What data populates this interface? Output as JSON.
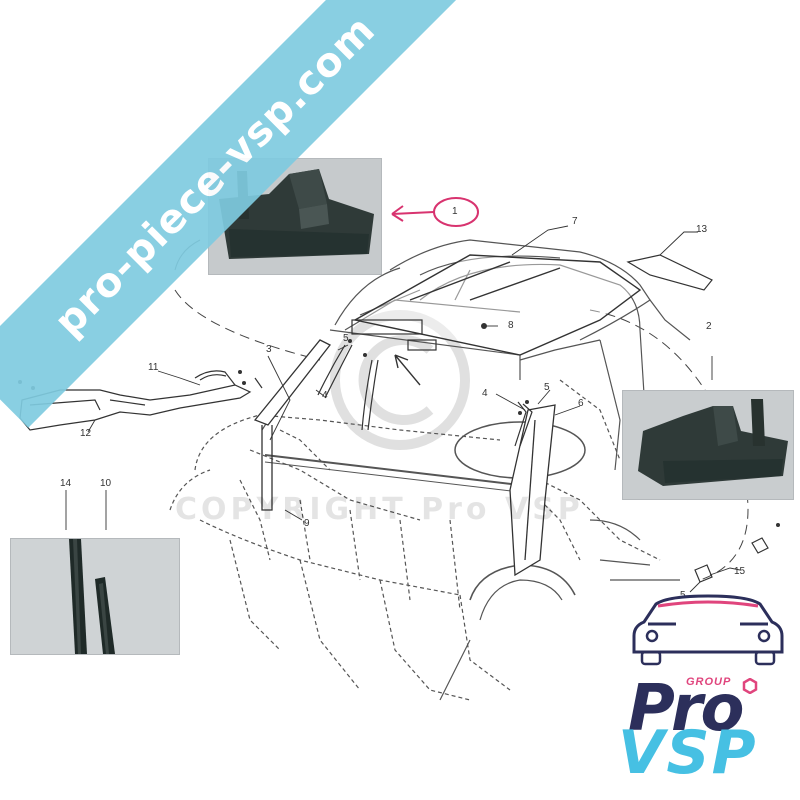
{
  "watermark_url": "pro-piece-vsp.com",
  "watermark_copyright": "COPYRIGHT Pro VSP",
  "logo": {
    "group": "GROUP",
    "pro": "Pro",
    "vsp": "VSP"
  },
  "callouts": {
    "c1": "1",
    "c2": "2",
    "c3": "3",
    "c4a": "4",
    "c4b": "4",
    "c5a": "5",
    "c5b": "5",
    "c5c": "5",
    "c6": "6",
    "c7": "7",
    "c8": "8",
    "c9": "9",
    "c10": "10",
    "c11": "11",
    "c12": "12",
    "c13": "13",
    "c14": "14",
    "c15": "15"
  },
  "colors": {
    "ribbon": "#7fcbe0",
    "highlight": "#d8336f",
    "logo_dark": "#2c2f5b",
    "logo_cyan": "#46c0e3",
    "logo_pink": "#e0457d",
    "part_dark": "#2f3a38"
  }
}
